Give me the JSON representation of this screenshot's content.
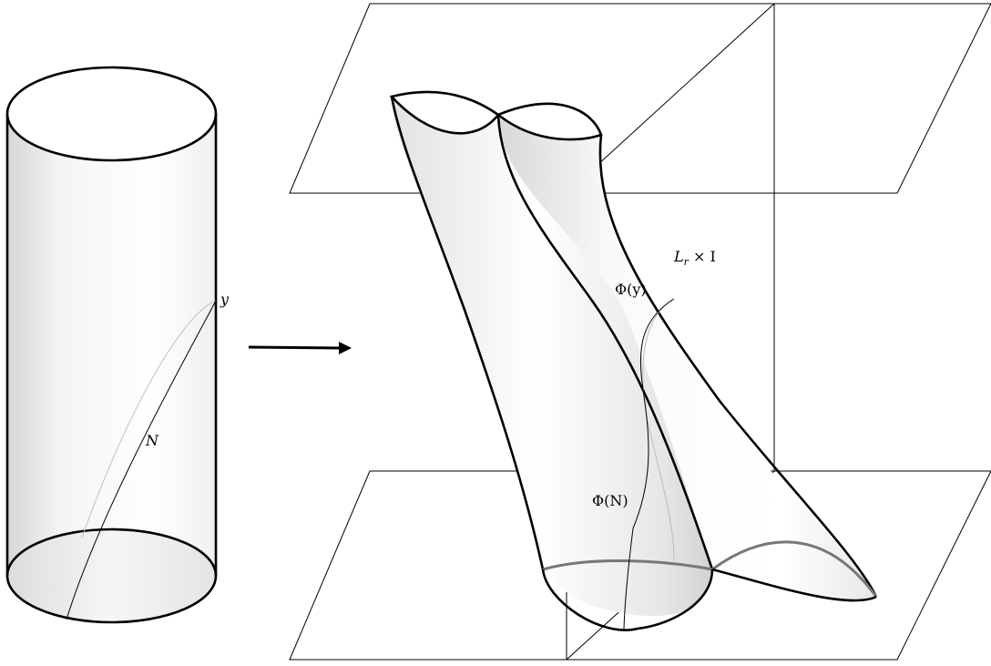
{
  "labels": {
    "y": "y",
    "N": "N",
    "phi_y": "Φ(y)",
    "phi_N": "Φ(N)",
    "Lr": "L",
    "Lr_sub": "r",
    "times_I": " × I"
  },
  "colors": {
    "stroke": "#000000",
    "gray_curve": "#777777",
    "light_curve": "#bbbbbb",
    "shade_dark": "#cfcfcf",
    "shade_light": "#ffffff"
  }
}
